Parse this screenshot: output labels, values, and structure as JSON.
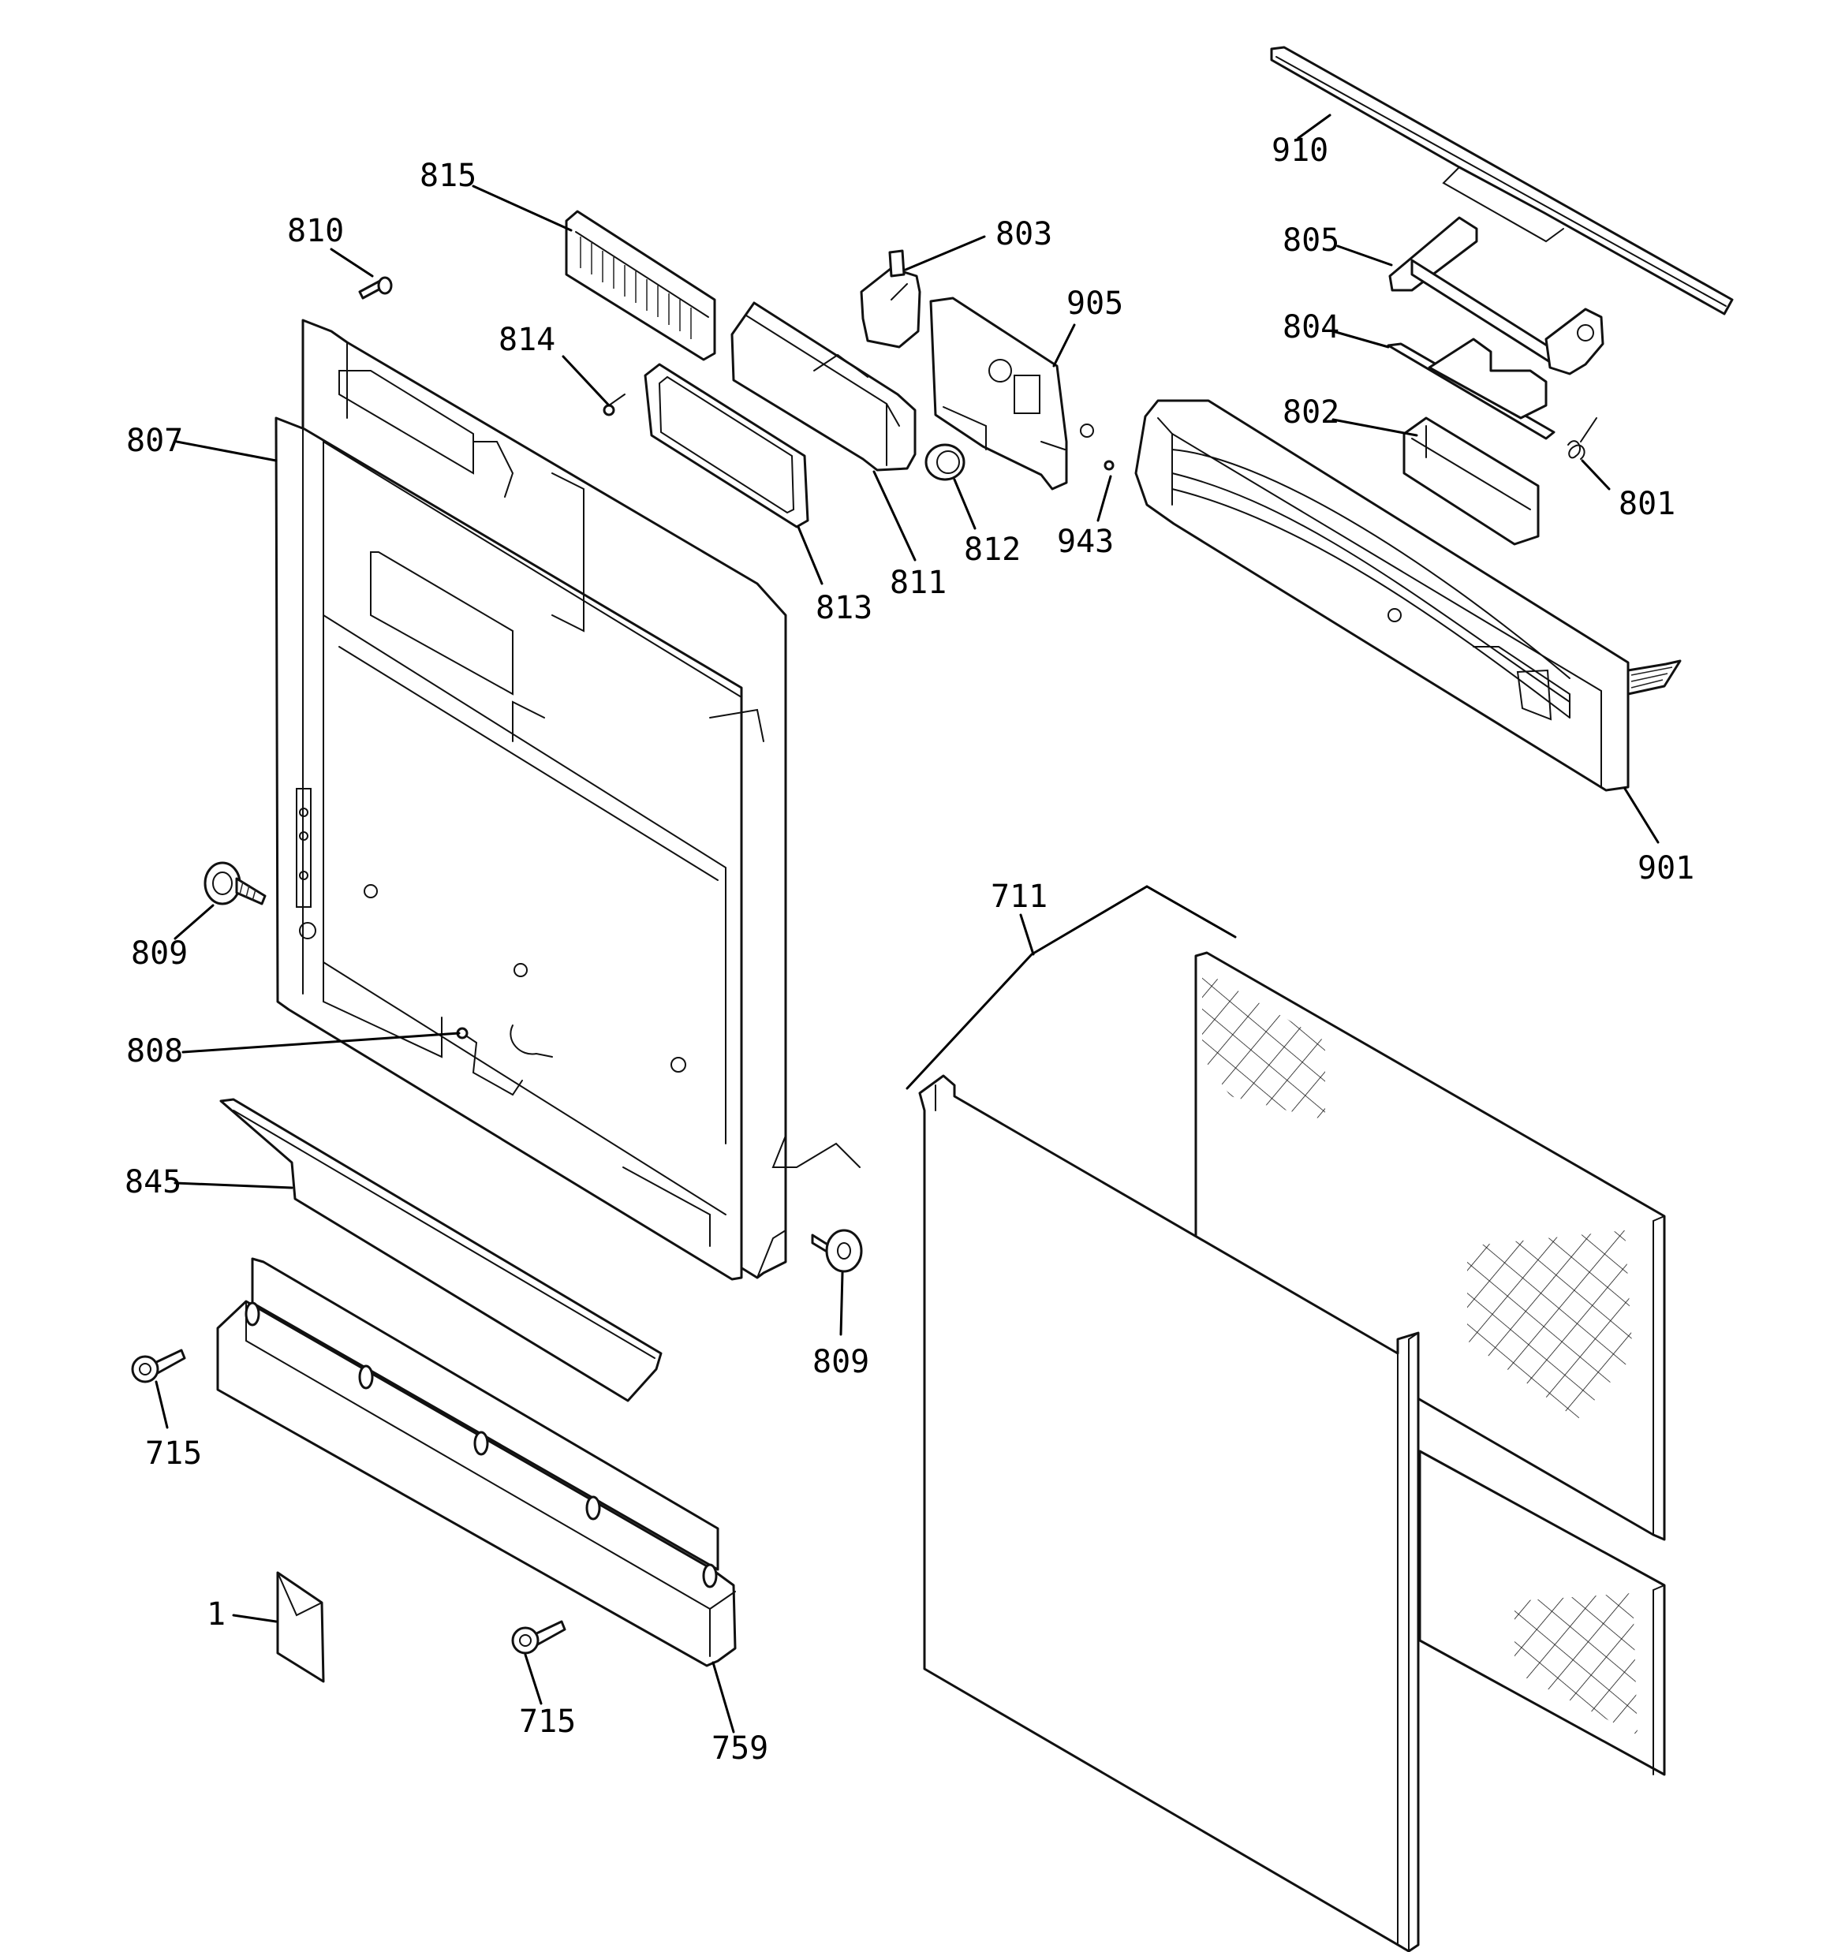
{
  "callouts": [
    {
      "id": "c-910",
      "label": "910"
    },
    {
      "id": "c-815",
      "label": "815"
    },
    {
      "id": "c-810",
      "label": "810"
    },
    {
      "id": "c-803",
      "label": "803"
    },
    {
      "id": "c-905",
      "label": "905"
    },
    {
      "id": "c-805",
      "label": "805"
    },
    {
      "id": "c-804",
      "label": "804"
    },
    {
      "id": "c-814",
      "label": "814"
    },
    {
      "id": "c-802",
      "label": "802"
    },
    {
      "id": "c-807",
      "label": "807"
    },
    {
      "id": "c-801",
      "label": "801"
    },
    {
      "id": "c-812",
      "label": "812"
    },
    {
      "id": "c-943",
      "label": "943"
    },
    {
      "id": "c-811",
      "label": "811"
    },
    {
      "id": "c-813",
      "label": "813"
    },
    {
      "id": "c-901",
      "label": "901"
    },
    {
      "id": "c-711",
      "label": "711"
    },
    {
      "id": "c-809a",
      "label": "809"
    },
    {
      "id": "c-808",
      "label": "808"
    },
    {
      "id": "c-845",
      "label": "845"
    },
    {
      "id": "c-809b",
      "label": "809"
    },
    {
      "id": "c-715a",
      "label": "715"
    },
    {
      "id": "c-1",
      "label": "1"
    },
    {
      "id": "c-715b",
      "label": "715"
    },
    {
      "id": "c-759",
      "label": "759"
    }
  ]
}
